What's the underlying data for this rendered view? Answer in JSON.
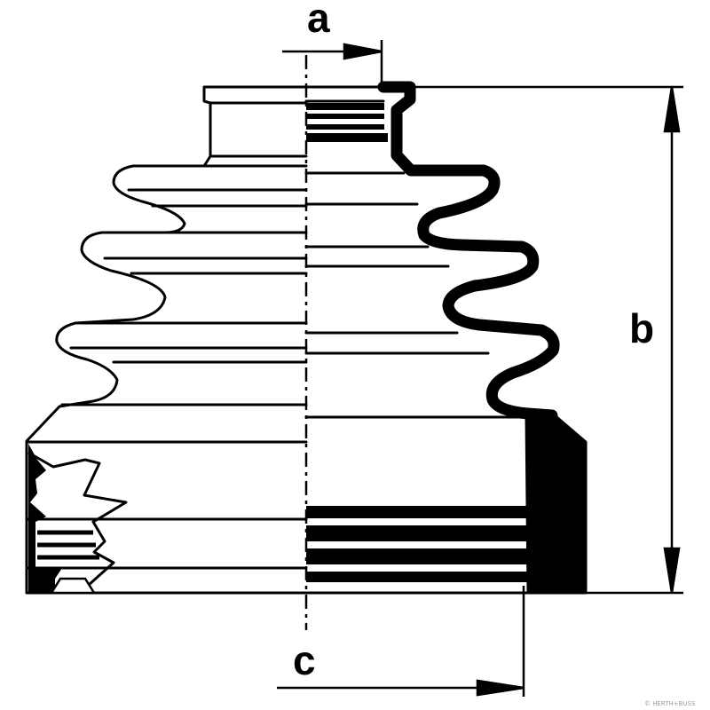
{
  "labels": {
    "a": "a",
    "b": "b",
    "c": "c"
  },
  "watermark": "© HERTH+BUSS",
  "colors": {
    "ink": "#000000",
    "paper": "#ffffff",
    "watermark": "#9a9a9a"
  }
}
